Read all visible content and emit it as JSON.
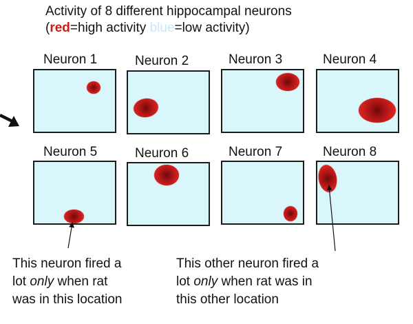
{
  "title": {
    "line1": "Activity of 8 different hippocampal neurons",
    "open_paren": "(",
    "red_word": "red",
    "red_suffix": "=high activity  ",
    "blue_word": "blue",
    "blue_suffix": "=low activity)"
  },
  "neurons": [
    {
      "label": "Neuron 1"
    },
    {
      "label": "Neuron 2"
    },
    {
      "label": "Neuron 3"
    },
    {
      "label": "Neuron 4"
    },
    {
      "label": "Neuron 5"
    },
    {
      "label": "Neuron 6"
    },
    {
      "label": "Neuron 7"
    },
    {
      "label": "Neuron 8"
    }
  ],
  "captions": {
    "left": {
      "line1": "This neuron fired a",
      "line2_pre": "lot ",
      "line2_em": "only",
      "line2_post": " when rat",
      "line3": "was in this location"
    },
    "right": {
      "line1": "This other neuron fired a",
      "line2_pre": "lot ",
      "line2_em": "only",
      "line2_post": "  when rat was in",
      "line3": "this other location"
    }
  },
  "colors": {
    "high_activity": "#d01818",
    "low_activity": "#cfe6f7",
    "cell_background": "#d9f6fb"
  }
}
